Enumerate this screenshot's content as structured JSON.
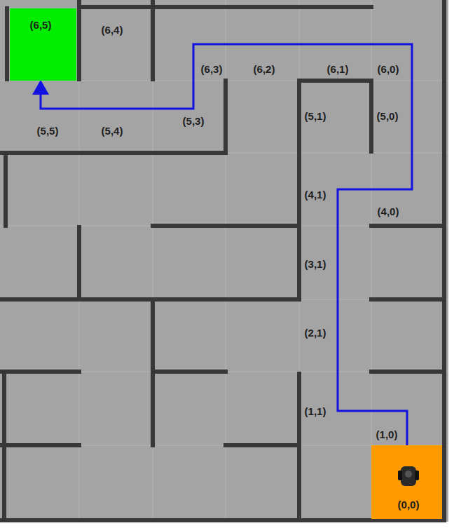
{
  "diagram": {
    "nodes": [
      {
        "text": [
          "(6,5)"
        ]
      },
      {
        "text": [
          "(0,0)"
        ]
      }
    ],
    "edges": [
      {
        "from": 1,
        "to": 0,
        "arrow": "to"
      }
    ],
    "labels": [
      "(6,4)",
      "(6,3)",
      "(6,2)",
      "(6,1)",
      "(6,0)",
      "(5,5)",
      "(5,4)",
      "(5,3)",
      "(5,1)",
      "(5,0)",
      "(4,1)",
      "(4,0)",
      "(3,1)",
      "(2,1)",
      "(1,1)",
      "(1,0)"
    ]
  }
}
